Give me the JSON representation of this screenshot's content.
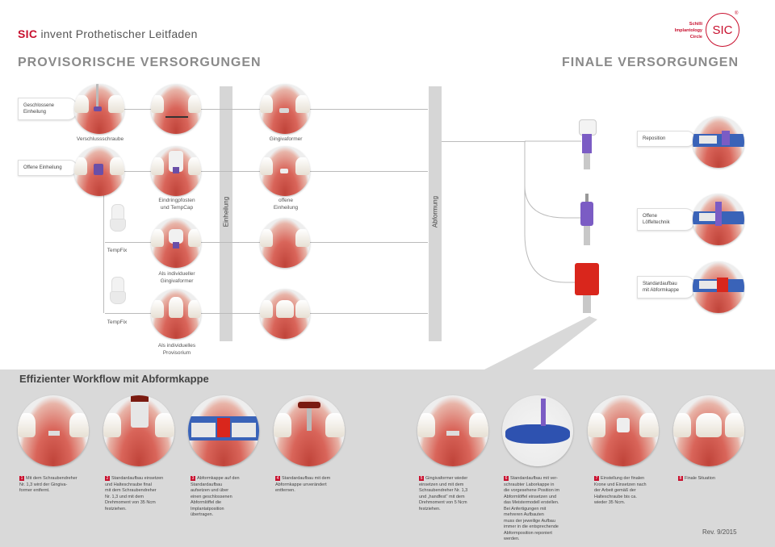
{
  "header": {
    "brand_strong": "SIC",
    "brand_rest": " invent Prothetischer Leitfaden",
    "left_title": "PROVISORISCHE VERSORGUNGEN",
    "right_title": "FINALE VERSORGUNGEN",
    "logo_lines": [
      "Schilli",
      "Implantology",
      "Circle"
    ],
    "logo_mark": "SIC",
    "logo_reg": "®"
  },
  "bars": {
    "einheilung": "Einheilung",
    "abformung": "Abformung"
  },
  "left_bubbles": {
    "geschlossene": "Geschlossene Einheilung",
    "offene": "Offene Einheilung"
  },
  "captions": {
    "verschluss": "Verschlussschraube",
    "gingiva": "Gingivaformer",
    "eindring": [
      "Eindringpfosten",
      "und TempCap"
    ],
    "offene_einheilung": [
      "offene",
      "Einheilung"
    ],
    "tempfix1": "TempFix",
    "tempfix2": "TempFix",
    "indiv_gingiva": [
      "Als individueller",
      "Gingivaformer"
    ],
    "indiv_prov": [
      "Als individuelles",
      "Provisorium"
    ]
  },
  "right_bubbles": {
    "reposition": "Reposition",
    "offene_loeffel": [
      "Offene",
      "Löffeltechnik"
    ],
    "standard": [
      "Standardaufbau",
      "mit Abformkappe"
    ]
  },
  "workflow": {
    "title": "Effizienter Workflow mit Abformkappe",
    "steps": [
      {
        "n": "1",
        "lines": [
          "Mit dem Schraubendreher",
          "Nr. 1,3 wird der Gingiva-",
          "former entfernt."
        ]
      },
      {
        "n": "2",
        "lines": [
          "Standardaufbau einsetzen",
          "und Halteschraube final",
          "mit dem Schraubendreher",
          "Nr. 1,3 und mit dem",
          "Drehmoment von 35 Ncm",
          "festziehen."
        ]
      },
      {
        "n": "3",
        "lines": [
          "Abformkappe auf den",
          "Standardaufbau",
          "aufsetzen und über",
          "einen geschlossenen",
          "Abformlöffel die",
          "Implantatposition",
          "übertragen."
        ]
      },
      {
        "n": "4",
        "lines": [
          "Standardaufbau mit dem",
          "Abformkappe unverändert",
          "entfernen."
        ]
      },
      {
        "n": "5",
        "lines": [
          "Gingivaformer wieder",
          "einsetzen und mit dem",
          "Schraubendreher Nr. 1,3",
          "und „handfest“ mit dem",
          "Drehmoment von 5 Ncm",
          "festziehen."
        ]
      },
      {
        "n": "6",
        "lines": [
          "Standardaufbau mit ver-",
          "schraubter Laborkappe in",
          "die vorgesehene Position im",
          "Abformlöffel einsetzen und",
          "das Meistermodell erstellen.",
          "Bei Anfertigungen mit",
          "mehreren Aufbauten",
          "muss der jeweilige Aufbau",
          "immer in die entsprechende",
          "Abformposition reponiert",
          "werden."
        ]
      },
      {
        "n": "7",
        "lines": [
          "Einstellung der finalen",
          "Krone und Einsetzen nach",
          "der Arbeit gemäß der",
          "Halteschraube bis ca.",
          "wieder 35 Ncm."
        ]
      },
      {
        "n": "8",
        "lines": [
          "Finale Situation"
        ]
      }
    ]
  },
  "revision": "Rev. 9/2015",
  "colors": {
    "accent": "#c8102e",
    "panel": "#d9d9d9",
    "heading": "#8a8a8a",
    "purple": "#6a4fa8",
    "abutment_red": "#d9261c"
  }
}
